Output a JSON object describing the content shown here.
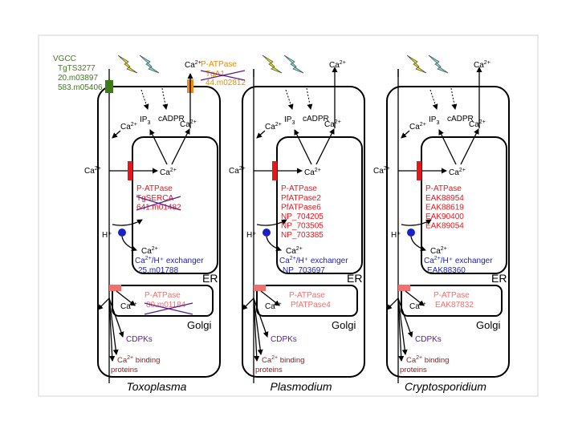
{
  "panels": [
    {
      "organism": "Toxoplasma",
      "vgcc": {
        "title": "VGCC",
        "ids": [
          "TgTS3277",
          "20.m03897",
          "583.m05406"
        ]
      },
      "pm_atpase": {
        "label": "P-ATPase",
        "ids": [
          "TgA1",
          "44.m02812"
        ]
      },
      "serca": {
        "label": "P-ATPase",
        "ids": [
          "TgSERCA",
          "641.m01482"
        ]
      },
      "exchanger": {
        "label_pre": "Ca",
        "label_post": "/H⁺ exchanger",
        "ids": [
          "25.m01788"
        ]
      },
      "golgi_atpase": {
        "label": "P-ATPase",
        "ids": [
          "80.m01184"
        ]
      }
    },
    {
      "organism": "Plasmodium",
      "serca": {
        "label": "P-ATPase",
        "ids": [
          "PfATPase2",
          "PfATPase6",
          "NP_704205",
          "NP_703505",
          "NP_703385"
        ]
      },
      "exchanger": {
        "label_pre": "Ca",
        "label_post": "/H⁺ exchanger",
        "ids": [
          "NP_703697"
        ]
      },
      "golgi_atpase": {
        "label": "P-ATPase",
        "ids": [
          "PfATPase4"
        ]
      }
    },
    {
      "organism": "Cryptosporidium",
      "serca": {
        "label": "P-ATPase",
        "ids": [
          "EAK88954",
          "EAK88619",
          "EAK90400",
          "EAK89054"
        ]
      },
      "exchanger": {
        "label_pre": "Ca",
        "label_post": "/H⁺ exchanger",
        "ids": [
          "EAK88360"
        ]
      },
      "golgi_atpase": {
        "label": "P-ATPase",
        "ids": [
          "EAK87832"
        ]
      }
    }
  ],
  "common": {
    "ca": "Ca",
    "charge": "2+",
    "ip": "IP",
    "ip_sub": "3",
    "cadpr": "cADPR",
    "h_plus": "H⁺",
    "er": "ER",
    "golgi": "Golgi",
    "cdpks": "CDPKs",
    "binding_line1": "binding",
    "binding_line2": "proteins"
  },
  "colors": {
    "serca_bar": "#e8161b",
    "golgi_bar": "#f07070",
    "exchanger_dot": "#1a20c8",
    "vgcc_bar": "#3e7a1a",
    "pm_atpase_bar": "#f08a1a",
    "bolt_yellow": "#f4f000",
    "bolt_cyan": "#6ff0f0",
    "cross_out": "#5b1c8c"
  }
}
